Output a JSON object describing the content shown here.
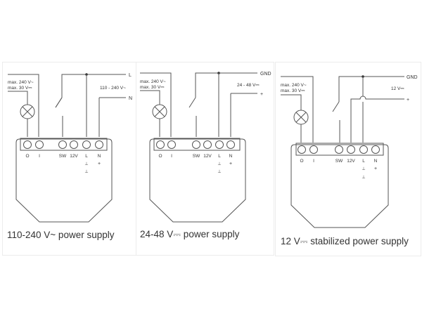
{
  "colors": {
    "line": "#555555",
    "text": "#333333",
    "panel_border": "#ececec"
  },
  "load_rating": {
    "ac": "max. 240 V~",
    "dc": "max. 30 V⎓"
  },
  "terminals": [
    "O",
    "I",
    "SW",
    "12V",
    "L",
    "N"
  ],
  "panels": [
    {
      "caption": "110-240 V~ power supply",
      "line_top_label": "L",
      "line_bottom_label": "N",
      "supply_label": "110 - 240 V~",
      "marks_L": [
        "⊥",
        "⊥"
      ],
      "mark_N": "+"
    },
    {
      "caption": "24-48 V⎓ power supply",
      "line_top_label": "GND",
      "line_bottom_label": "+",
      "supply_label": "24 - 48 V⎓",
      "marks_L": [
        "⊥",
        "⊥"
      ],
      "mark_N": "+"
    },
    {
      "caption": "12 V⎓ stabilized power supply",
      "line_top_label": "GND",
      "line_bottom_label": "+",
      "supply_label": "12 V⎓",
      "marks_L": [
        "⊥",
        "⊥"
      ],
      "mark_N": "+"
    }
  ]
}
